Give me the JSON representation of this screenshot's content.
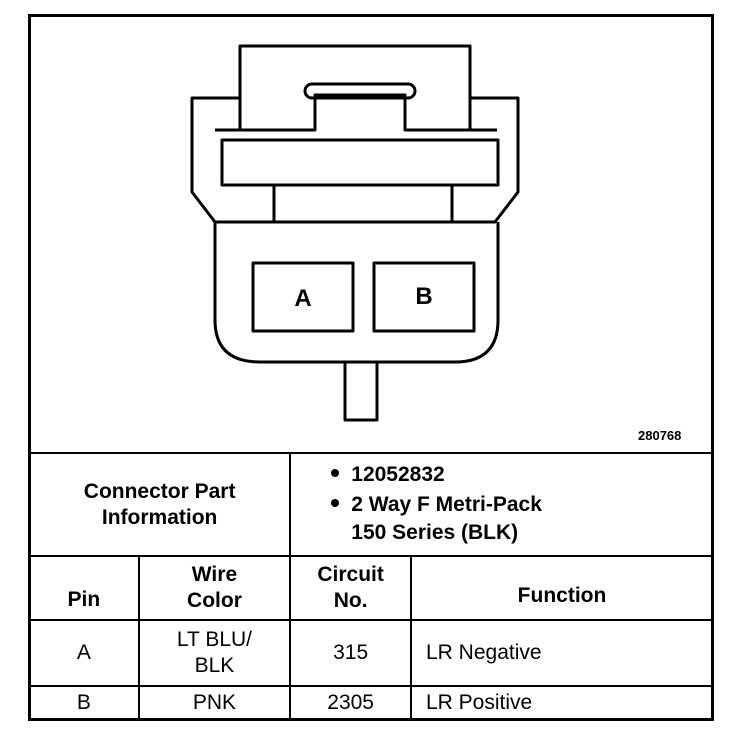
{
  "diagram": {
    "pin_a_label": "A",
    "pin_b_label": "B",
    "reference_number": "280768"
  },
  "connector_info": {
    "label": "Connector Part Information",
    "label_line1": "Connector Part",
    "label_line2": "Information",
    "part_number": "12052832",
    "description_line1": "2 Way F Metri-Pack",
    "description_line2": "150 Series (BLK)"
  },
  "table": {
    "headers": {
      "pin": "Pin",
      "wire_color_line1": "Wire",
      "wire_color_line2": "Color",
      "circuit_line1": "Circuit",
      "circuit_line2": "No.",
      "function": "Function"
    },
    "rows": [
      {
        "pin": "A",
        "wire_color_line1": "LT BLU/",
        "wire_color_line2": "BLK",
        "circuit": "315",
        "function": "LR Negative"
      },
      {
        "pin": "B",
        "wire_color_line1": "PNK",
        "wire_color_line2": "",
        "circuit": "2305",
        "function": "LR Positive"
      }
    ]
  }
}
